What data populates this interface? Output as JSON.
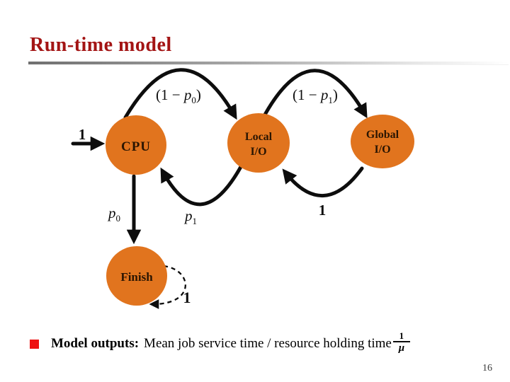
{
  "slide": {
    "title": "Run-time model",
    "page_number": "16",
    "colors": {
      "title_red": "#a31414",
      "node_orange": "#e1741e",
      "bullet_red": "#ee1111",
      "edge_black": "#0d0d0d"
    }
  },
  "diagram": {
    "nodes": {
      "cpu": {
        "label": "CPU"
      },
      "local_io": {
        "line1": "Local",
        "line2": "I/O"
      },
      "global_io": {
        "line1": "Global",
        "line2": "I/O"
      },
      "finish": {
        "label": "Finish"
      }
    },
    "edges": {
      "arrival": {
        "label": "1"
      },
      "cpu_to_local": {
        "pre": "(1 − ",
        "var": "p",
        "sub": "0",
        "post": ")"
      },
      "local_to_cpu": {
        "var": "p",
        "sub": "1"
      },
      "local_to_global": {
        "pre": "(1 − ",
        "var": "p",
        "sub": "1",
        "post": ")"
      },
      "global_to_local": {
        "label": "1"
      },
      "cpu_to_finish": {
        "var": "p",
        "sub": "0"
      },
      "finish_self": {
        "label": "1"
      }
    }
  },
  "bullet": {
    "heading": "Model outputs:",
    "body": "Mean job service time / resource holding time",
    "fraction": {
      "numerator": "1",
      "denominator": "μ"
    }
  }
}
